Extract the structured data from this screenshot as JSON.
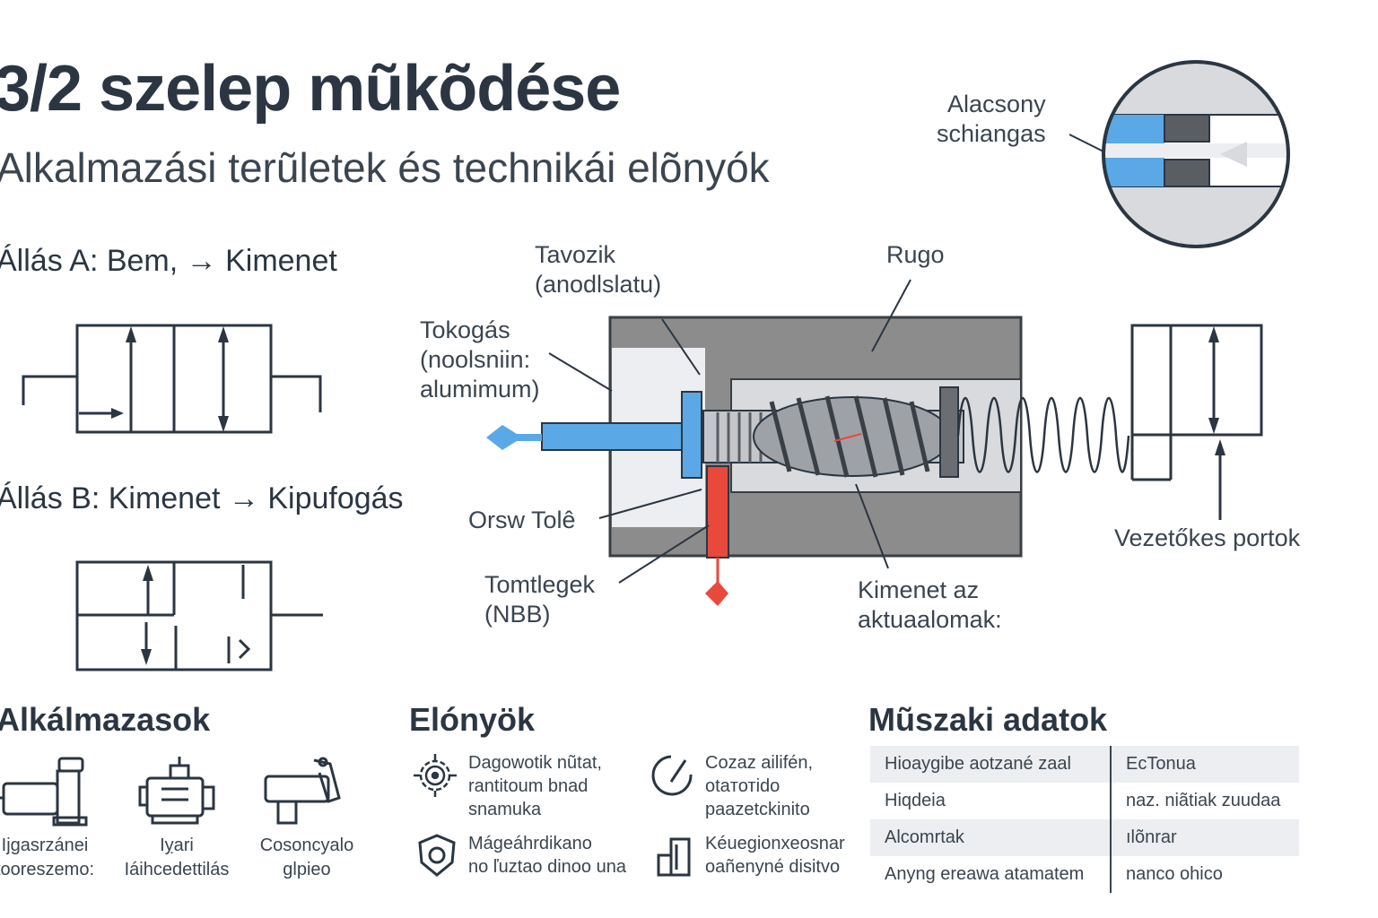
{
  "title": "3/2 szelep mũkõdése",
  "subtitle": "Alkalmazási terũletek és technikái elõnyók",
  "positions": {
    "a_label": "Állás A: Bem, → Kimenet",
    "b_label": "Állás B: Kimenet → Kipufogás"
  },
  "callouts": {
    "tavozik": "Tavozik\n(anodlslatu)",
    "rugo": "Rugo",
    "tokozas": "Tokogás\n(noolsniin:\nalumimum)",
    "orsw": "Orsw Tolê",
    "tomitesek": "Tomtlegek\n(NBB)",
    "kimenet_akt": "Kimenet az\naktuaalomak:",
    "vezetekes": "Vezetőkes portok",
    "alacsony": "Alacsony\nschiangas"
  },
  "sections": {
    "applications": "Alkálmazasok",
    "advantages": "Elónyök",
    "specs": "Mũszaki adatok"
  },
  "applications": [
    {
      "icon": "robot-arm-icon",
      "caption": "Ijgasrzánei\ntooreszemo:"
    },
    {
      "icon": "machine-icon",
      "caption": "Iỵari\nIáihcedettilás"
    },
    {
      "icon": "gun-tool-icon",
      "caption": "Cosoncyalo\nglpieo"
    }
  ],
  "advantages": [
    {
      "icon": "gear-icon",
      "text": "Dagowotik nũtat,\nrantitoum bnad\nsnamuka"
    },
    {
      "icon": "gauge-icon",
      "text": "Cozaz ailifén,\notaтотido\npaazetckinito"
    },
    {
      "icon": "shield-icon",
      "text": "Mágeáhrdikano\nno ľuztao dinoo una"
    },
    {
      "icon": "blocks-icon",
      "text": "Kéuegionxeosnar\noañenyné disitvo"
    }
  ],
  "specs": [
    [
      "Hioaygibe aotzané zaal",
      "EcTonua"
    ],
    [
      "Hiqdeia",
      "naz. niãtiak zuudaa"
    ],
    [
      "Alcomrtak",
      "ılõnrar"
    ],
    [
      "Anyng ereawa atamatem",
      "nanco ohico"
    ]
  ],
  "colors": {
    "dark": "#2b3642",
    "body_gray": "#8c8c8c",
    "inlet_blue": "#5aa9e6",
    "exhaust_red": "#e8493b",
    "light_gray": "#d8dadd"
  }
}
